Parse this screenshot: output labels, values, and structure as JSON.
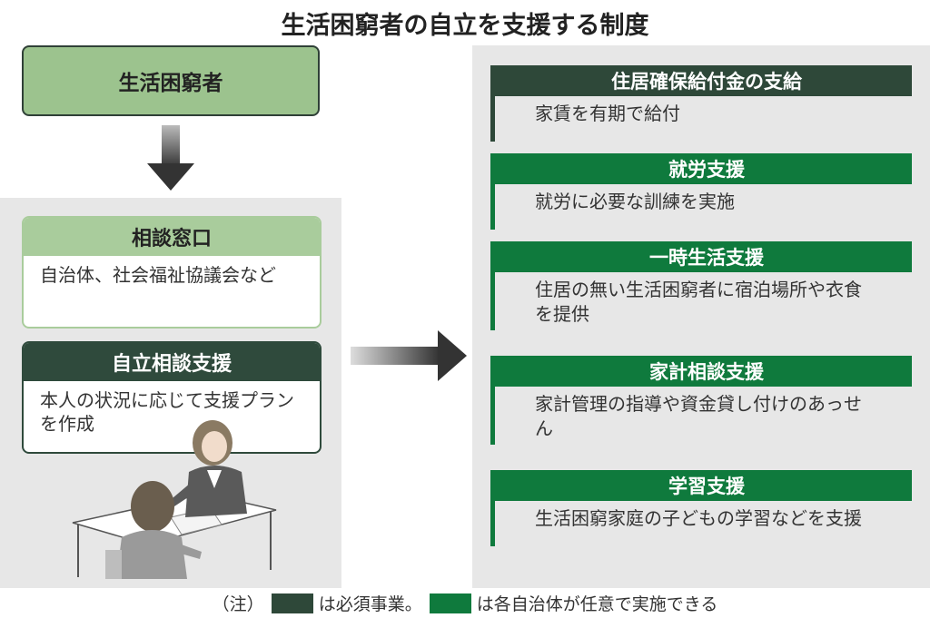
{
  "title": "生活困窮者の自立を支援する制度",
  "top_box": "生活困窮者",
  "consult_window": {
    "heading": "相談窓口",
    "body": "自治体、社会福祉協議会など"
  },
  "self_reliance": {
    "heading": "自立相談支援",
    "body": "本人の状況に応じて支援プランを作成"
  },
  "services": [
    {
      "title": "住居確保給付金の支給",
      "desc": "家賃を有期で給付",
      "kind": "required"
    },
    {
      "title": "就労支援",
      "desc": "就労に必要な訓練を実施",
      "kind": "optional"
    },
    {
      "title": "一時生活支援",
      "desc": "住居の無い生活困窮者に宿泊場所や衣食を提供",
      "kind": "optional"
    },
    {
      "title": "家計相談支援",
      "desc": "家計管理の指導や資金貸し付けのあっせん",
      "kind": "optional"
    },
    {
      "title": "学習支援",
      "desc": "生活困窮家庭の子どもの学習などを支援",
      "kind": "optional"
    }
  ],
  "legend": {
    "note": "（注）",
    "required_text": "は必須事業。",
    "optional_text": "は各自治体が任意で実施できる"
  },
  "colors": {
    "required": "#2e4839",
    "optional": "#0f7a3d",
    "light_green": "#9cc38e"
  }
}
